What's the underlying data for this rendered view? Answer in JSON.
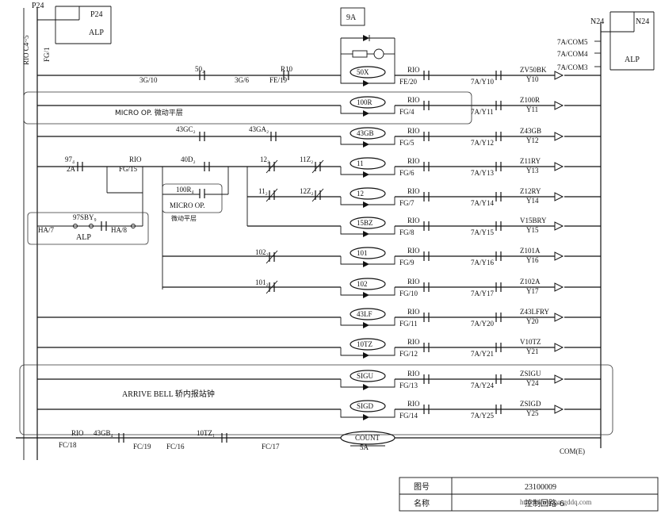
{
  "top": {
    "p24": "P24",
    "n24": "N24",
    "alp_left": "ALP",
    "alp_right": "ALP",
    "alp_box_p24": "P24",
    "alp_box_n24": "N24",
    "fuse": "9A",
    "rio_c45": "RIO C4~5",
    "fg1": "FG/1",
    "com5": "7A/COM5",
    "com4": "7A/COM4",
    "com3": "7A/COM3"
  },
  "rows": [
    {
      "coil": "50X",
      "left": "FE/20",
      "mid": "7A/Y10",
      "out_top": "ZV50BK",
      "out_bot": "Y10"
    },
    {
      "coil": "100R",
      "left": "FG/4",
      "mid": "7A/Y11",
      "out_top": "Z100R",
      "out_bot": "Y11"
    },
    {
      "coil": "43GB",
      "left": "FG/5",
      "mid": "7A/Y12",
      "out_top": "Z43GB",
      "out_bot": "Y12"
    },
    {
      "coil": "11",
      "left": "FG/6",
      "mid": "7A/Y13",
      "out_top": "Z11RY",
      "out_bot": "Y13"
    },
    {
      "coil": "12",
      "left": "FG/7",
      "mid": "7A/Y14",
      "out_top": "Z12RY",
      "out_bot": "Y14"
    },
    {
      "coil": "15BZ",
      "left": "FG/8",
      "mid": "7A/Y15",
      "out_top": "V15BRY",
      "out_bot": "Y15"
    },
    {
      "coil": "101",
      "left": "FG/9",
      "mid": "7A/Y16",
      "out_top": "Z101A",
      "out_bot": "Y16"
    },
    {
      "coil": "102",
      "left": "FG/10",
      "mid": "7A/Y17",
      "out_top": "Z102A",
      "out_bot": "Y17"
    },
    {
      "coil": "43LF",
      "left": "FG/11",
      "mid": "7A/Y20",
      "out_top": "Z43LFRY",
      "out_bot": "Y20"
    },
    {
      "coil": "10TZ",
      "left": "FG/12",
      "mid": "7A/Y21",
      "out_top": "V10TZ",
      "out_bot": "Y21"
    },
    {
      "coil": "SIGU",
      "left": "FG/13",
      "mid": "7A/Y24",
      "out_top": "ZSIGU",
      "out_bot": "Y24"
    },
    {
      "coil": "SIGD",
      "left": "FG/14",
      "mid": "7A/Y25",
      "out_top": "ZSIGD",
      "out_bot": "Y25"
    }
  ],
  "rio": "RIO",
  "row1": {
    "c1_bot": "3G/10",
    "c1_top": "50₂",
    "c2_bot": "3G/6",
    "c3_top": "R10",
    "c3_bot": "FE/19"
  },
  "micro_op_1": "MICRO OP. 微动平层",
  "row3": {
    "c1": "43GC₂",
    "c2": "43GA₂"
  },
  "row4": {
    "c97_top": "97₄",
    "c97_bot": "2A",
    "rio_top": "RIO",
    "rio_bot": "FG/15",
    "c40": "40D₂",
    "c12a": "12₂",
    "c11z": "11Z₂"
  },
  "row5": {
    "c11": "11₂",
    "c12z": "12Z₂",
    "c100": "100R₄",
    "micro_op_2a": "MICRO OP.",
    "micro_op_2b": "微动平层"
  },
  "alp_branch": {
    "c97sby": "97SBY₉",
    "ha7": "HA/7",
    "ha8": "HA/8",
    "alp": "ALP"
  },
  "row7": {
    "c": "102₂"
  },
  "row8": {
    "c": "101₂"
  },
  "arrive_bell": "ARRIVE BELL 轿内报站钟",
  "bottom": {
    "rio": "RIO",
    "c43gb": "43GB₄",
    "fc18": "FC/18",
    "fc19": "FC/19",
    "fc16": "FC/16",
    "c10tz": "10TZ₁",
    "fc17": "FC/17",
    "count": "COUNT",
    "count_a": "5A",
    "com_e": "COM(E)"
  },
  "titleblock": {
    "h1": "图号",
    "v1": "23100009",
    "h2": "名称",
    "v2": "控制回路-6"
  },
  "watermark": "http://www.go-gddq.com"
}
